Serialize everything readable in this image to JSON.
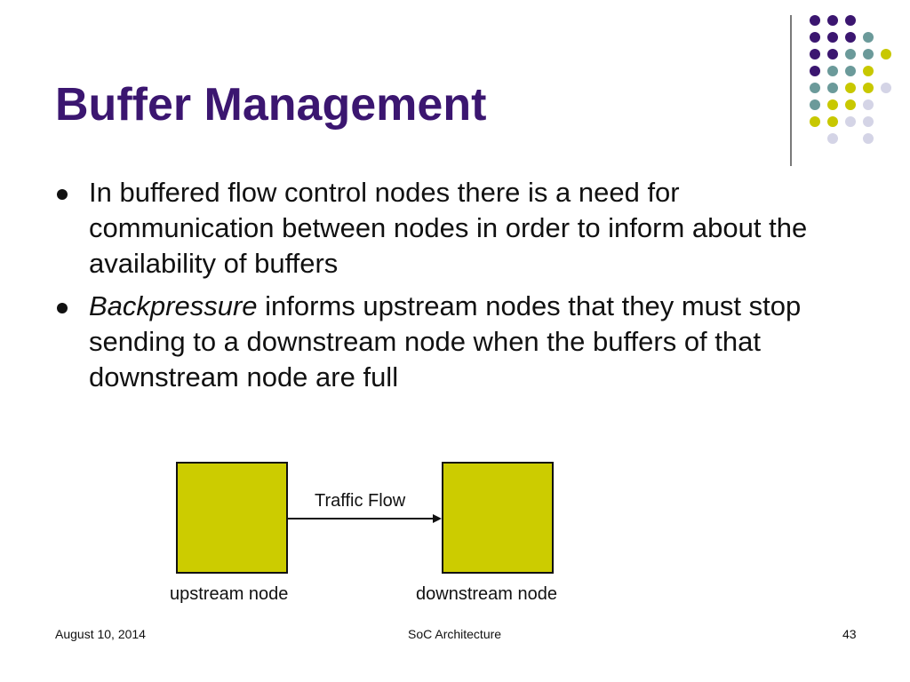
{
  "slide": {
    "title": "Buffer Management",
    "bullets": [
      {
        "emphasis": "",
        "text": "In buffered flow control nodes there is a need for communication between nodes in order to inform about the availability of buffers"
      },
      {
        "emphasis": "Backpressure",
        "text": " informs upstream nodes that they must stop sending to a downstream node when the buffers of that downstream node are full"
      }
    ]
  },
  "diagram": {
    "upstream_label": "upstream node",
    "downstream_label": "downstream node",
    "flow_label": "Traffic Flow",
    "node_color": "#cccc00"
  },
  "footer": {
    "date": "August 10, 2014",
    "center": "SoC Architecture",
    "page": "43"
  },
  "colors": {
    "title": "#3b1670",
    "dot_purple": "#3b1670",
    "dot_teal": "#6b9a9a",
    "dot_yellow": "#c8c800",
    "dot_lavender": "#d4d4e6"
  }
}
